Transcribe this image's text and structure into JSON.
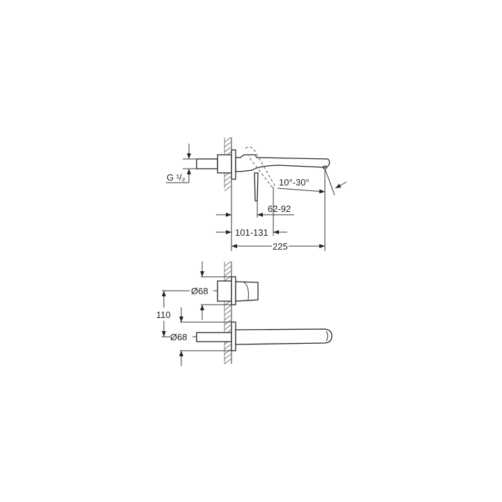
{
  "side_view": {
    "thread_label": "G ¹/₂",
    "angle_label": "10°-30°",
    "lever_range_label": "62-92",
    "projection_range_label": "101-131",
    "spout_length_label": "225"
  },
  "front_view": {
    "mixer_diameter_label": "Ø68",
    "spout_diameter_label": "Ø68",
    "center_distance_label": "110"
  },
  "colors": {
    "line": "#333333",
    "background": "#ffffff"
  }
}
